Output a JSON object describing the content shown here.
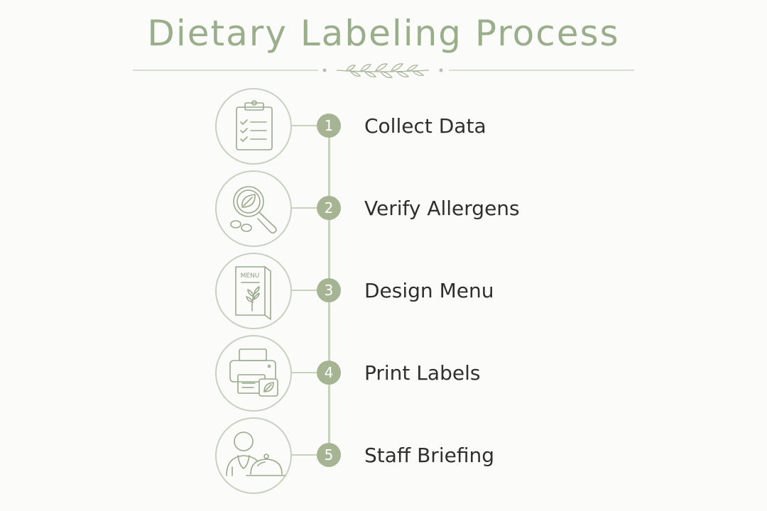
{
  "title": "Dietary Labeling Process",
  "colors": {
    "accent": "#9bae8c",
    "badge": "#a6b493",
    "line": "#c9d1bf",
    "text": "#2f2f2f",
    "background": "#fbfbfa"
  },
  "steps": [
    {
      "number": "1",
      "label": "Collect Data",
      "icon": "clipboard-checklist-icon"
    },
    {
      "number": "2",
      "label": "Verify Allergens",
      "icon": "magnifier-leaf-icon"
    },
    {
      "number": "3",
      "label": "Design Menu",
      "icon": "menu-booklet-icon",
      "icon_text": "MENU"
    },
    {
      "number": "4",
      "label": "Print Labels",
      "icon": "printer-icon"
    },
    {
      "number": "5",
      "label": "Staff Briefing",
      "icon": "staff-cloche-icon"
    }
  ]
}
